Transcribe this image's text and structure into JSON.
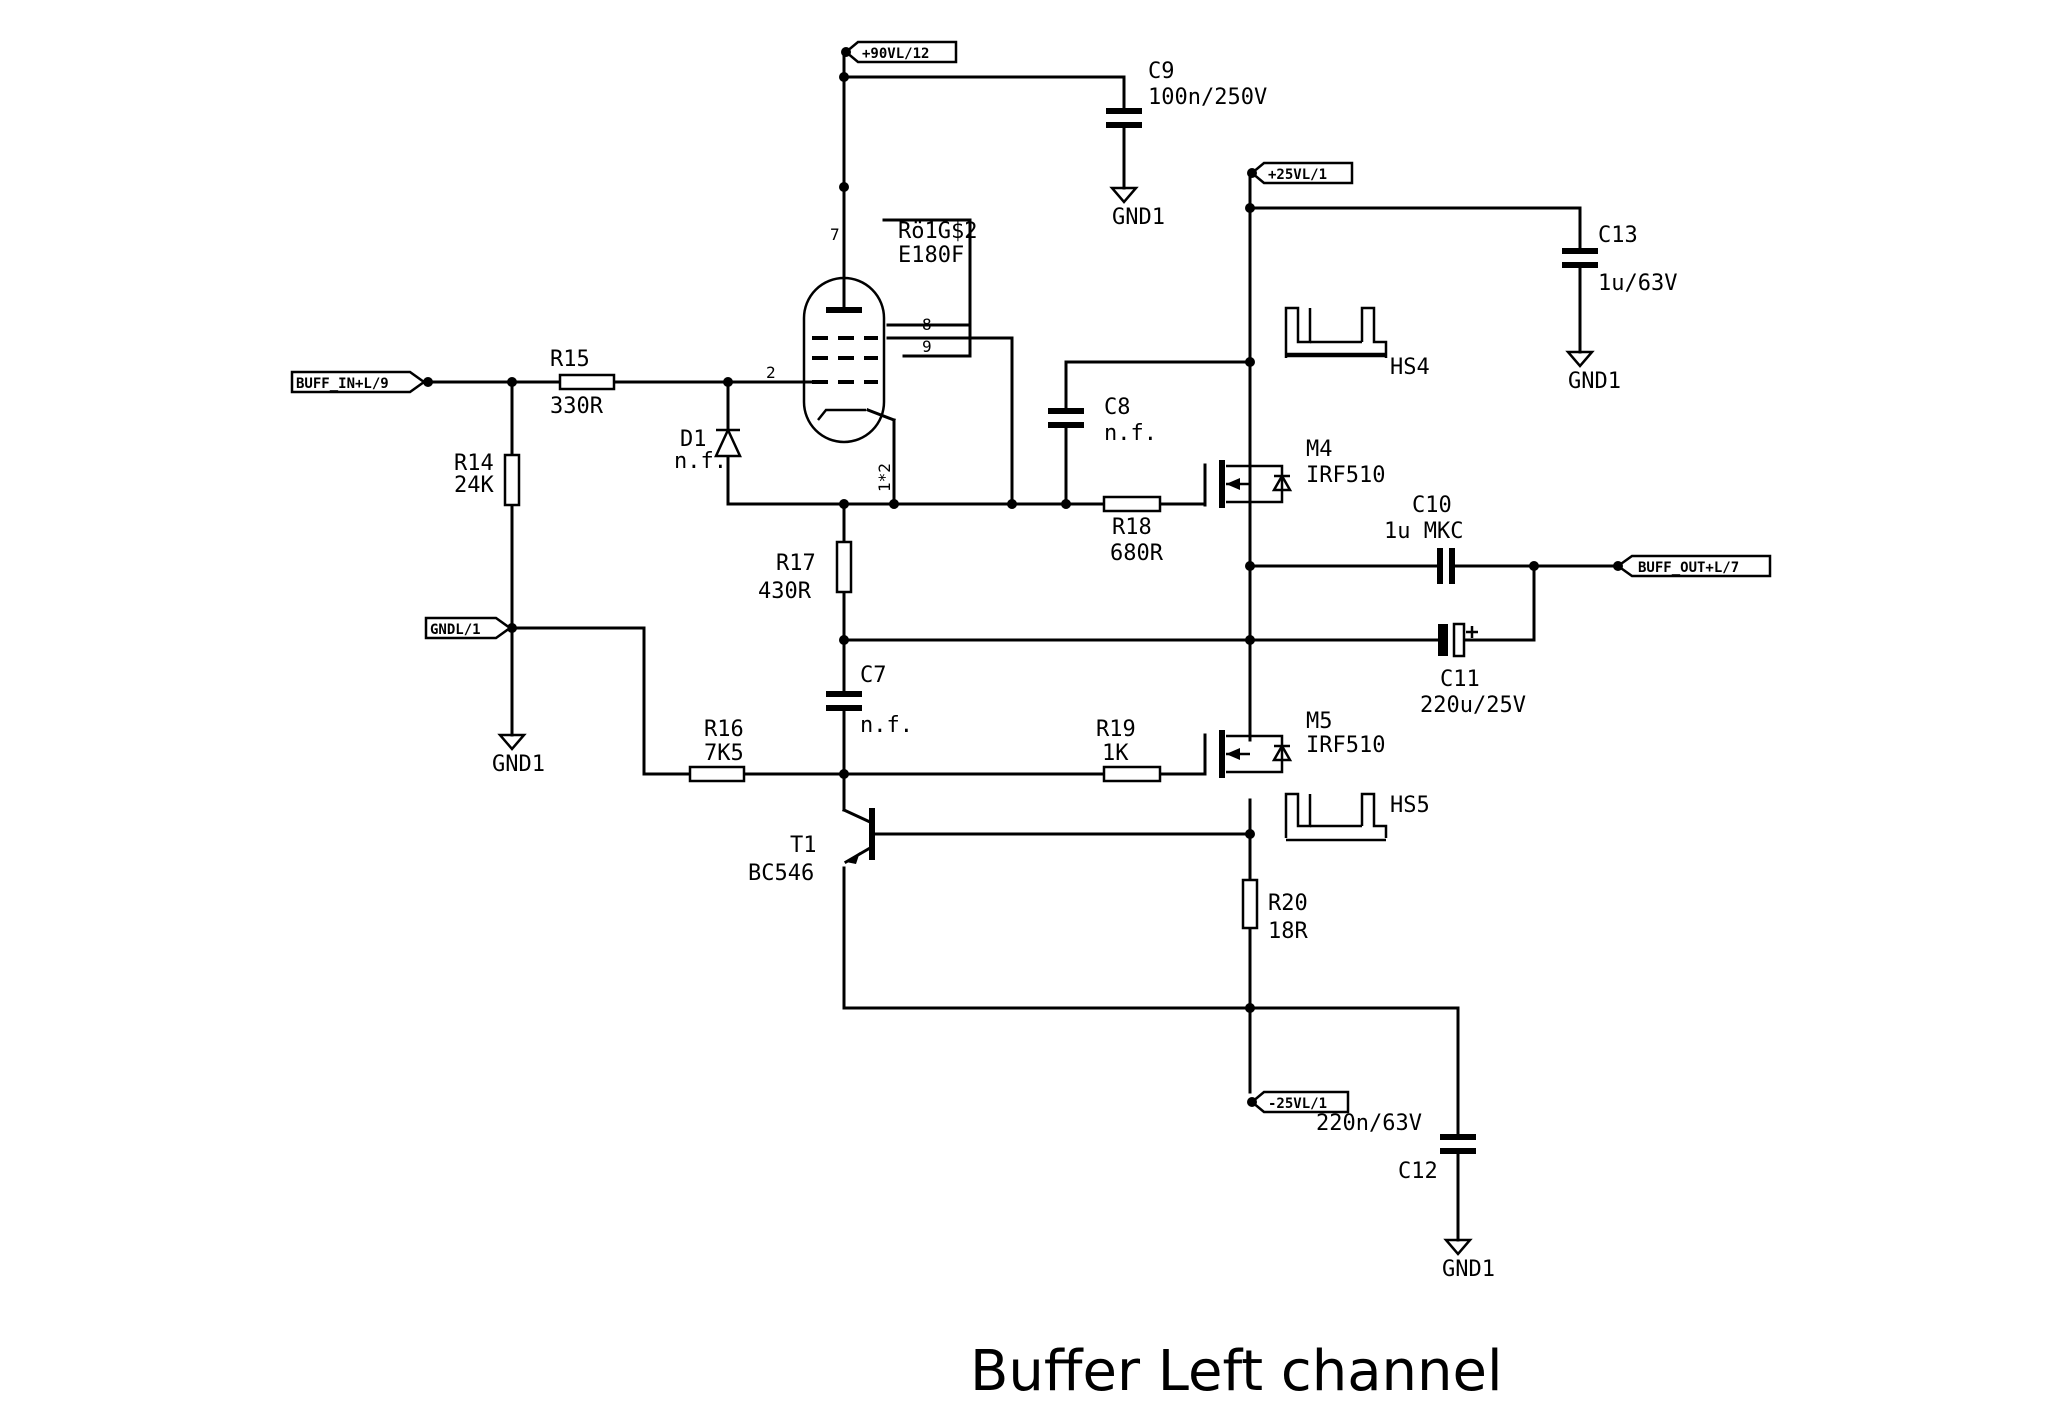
{
  "title": "Buffer Left channel",
  "nets": {
    "buff_in": "BUFF_IN+L/9",
    "buff_out": "BUFF_OUT+L/7",
    "gndl": "GNDL/1",
    "v90": "+90VL/12",
    "v25p": "+25VL/1",
    "v25n": "-25VL/1"
  },
  "gnd_label": "GND1",
  "tube": {
    "ref": "Rö1G$2",
    "type": "E180F",
    "pins": [
      "7",
      "8",
      "9",
      "2",
      "1*2"
    ]
  },
  "components": {
    "R14": {
      "ref": "R14",
      "value": "24K"
    },
    "R15": {
      "ref": "R15",
      "value": "330R"
    },
    "R16": {
      "ref": "R16",
      "value": "7K5"
    },
    "R17": {
      "ref": "R17",
      "value": "430R"
    },
    "R18": {
      "ref": "R18",
      "value": "680R"
    },
    "R19": {
      "ref": "R19",
      "value": "1K"
    },
    "R20": {
      "ref": "R20",
      "value": "18R"
    },
    "D1": {
      "ref": "D1",
      "value": "n.f."
    },
    "C7": {
      "ref": "C7",
      "value": "n.f."
    },
    "C8": {
      "ref": "C8",
      "value": "n.f."
    },
    "C9": {
      "ref": "C9",
      "value": "100n/250V"
    },
    "C10": {
      "ref": "C10",
      "value": "1u MKC"
    },
    "C11": {
      "ref": "C11",
      "value": "220u/25V"
    },
    "C12": {
      "ref": "C12",
      "value": "220n/63V"
    },
    "C13": {
      "ref": "C13",
      "value": "1u/63V"
    },
    "M4": {
      "ref": "M4",
      "value": "IRF510"
    },
    "M5": {
      "ref": "M5",
      "value": "IRF510"
    },
    "T1": {
      "ref": "T1",
      "value": "BC546"
    },
    "HS4": {
      "ref": "HS4"
    },
    "HS5": {
      "ref": "HS5"
    }
  }
}
